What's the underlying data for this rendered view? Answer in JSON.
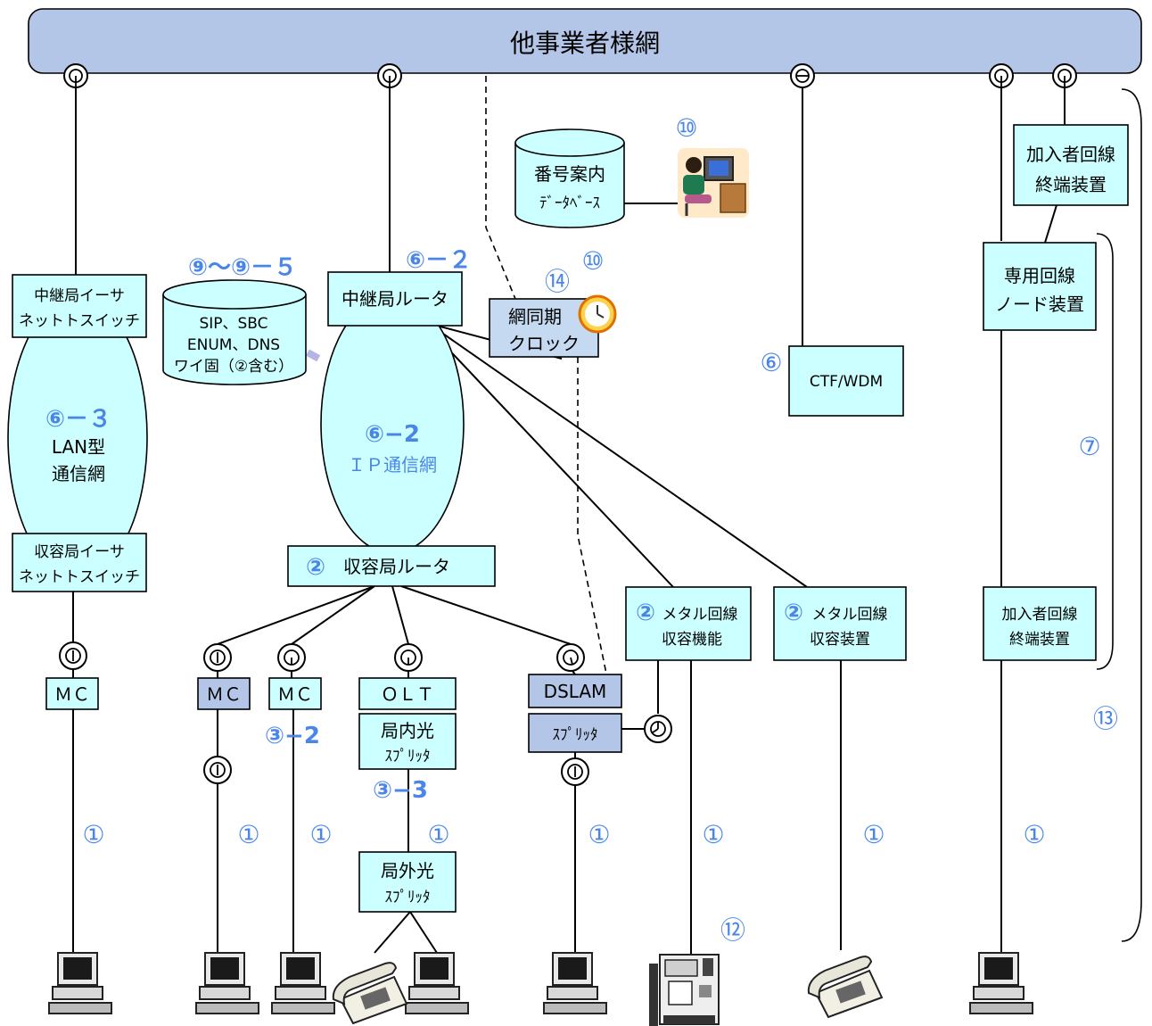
{
  "network": {
    "title": "他事業者様網"
  },
  "lan_network": {
    "relay_switch": [
      "中継局イーサ",
      "ネットトスイッチ"
    ],
    "num": "⑥－３",
    "name": [
      "LAN型",
      "通信網"
    ],
    "access_switch": [
      "収容局イーサ",
      "ネットトスイッチ"
    ],
    "mc": "ＭＣ"
  },
  "servers": {
    "num": "⑨～⑨－５",
    "lines": [
      "SIP、SBC",
      "ENUM、DNS",
      "ワイ固（②含む）"
    ]
  },
  "ip_network": {
    "relay_router_num": "⑥－２",
    "relay_router": "中継局ルータ",
    "num": "⑥−2",
    "name": "ＩＰ通信網",
    "access_router_num": "②",
    "access_router": "収容局ルータ"
  },
  "branches": {
    "mc1": "ＭＣ",
    "mc2": "ＭＣ",
    "mc2_num": "③−2",
    "olt": "ＯＬＴ",
    "inner_splitter": [
      "局内光",
      "ｽﾌﾟﾘｯﾀ"
    ],
    "splitter_num": "③−3",
    "outer_splitter": [
      "局外光",
      "ｽﾌﾟﾘｯﾀ"
    ],
    "dslam": "DSLAM",
    "dslam_splitter": "ｽﾌﾟﾘｯﾀ"
  },
  "metal": {
    "func_num": "②",
    "func": [
      "メタル回線",
      "収容機能"
    ],
    "equip_num": "②",
    "equip": [
      "メタル回線",
      "収容装置"
    ]
  },
  "directory": {
    "num": "⑩",
    "db": [
      "番号案内",
      "ﾃﾞｰﾀﾍﾞｰｽ"
    ],
    "num2": "⑩"
  },
  "clock": {
    "num": "⑭",
    "label": [
      "網同期",
      "クロック"
    ]
  },
  "ctf": {
    "num": "⑥",
    "label": "CTF/WDM"
  },
  "leased": {
    "top_terminal": [
      "加入者回線",
      "終端装置"
    ],
    "node": [
      "専用回線",
      "ノード装置"
    ],
    "bottom_terminal": [
      "加入者回線",
      "終端装置"
    ],
    "bracket_num": "⑦",
    "outer_num": "⑬"
  },
  "access_line_num": "①",
  "payphone_num": "⑫",
  "colors": {
    "network_bar": "#b4c6e7",
    "box": "#ccffff",
    "dark_box": "#b4c6e7",
    "ellipse": "#ccffff",
    "numbers": "#4a86e8"
  }
}
